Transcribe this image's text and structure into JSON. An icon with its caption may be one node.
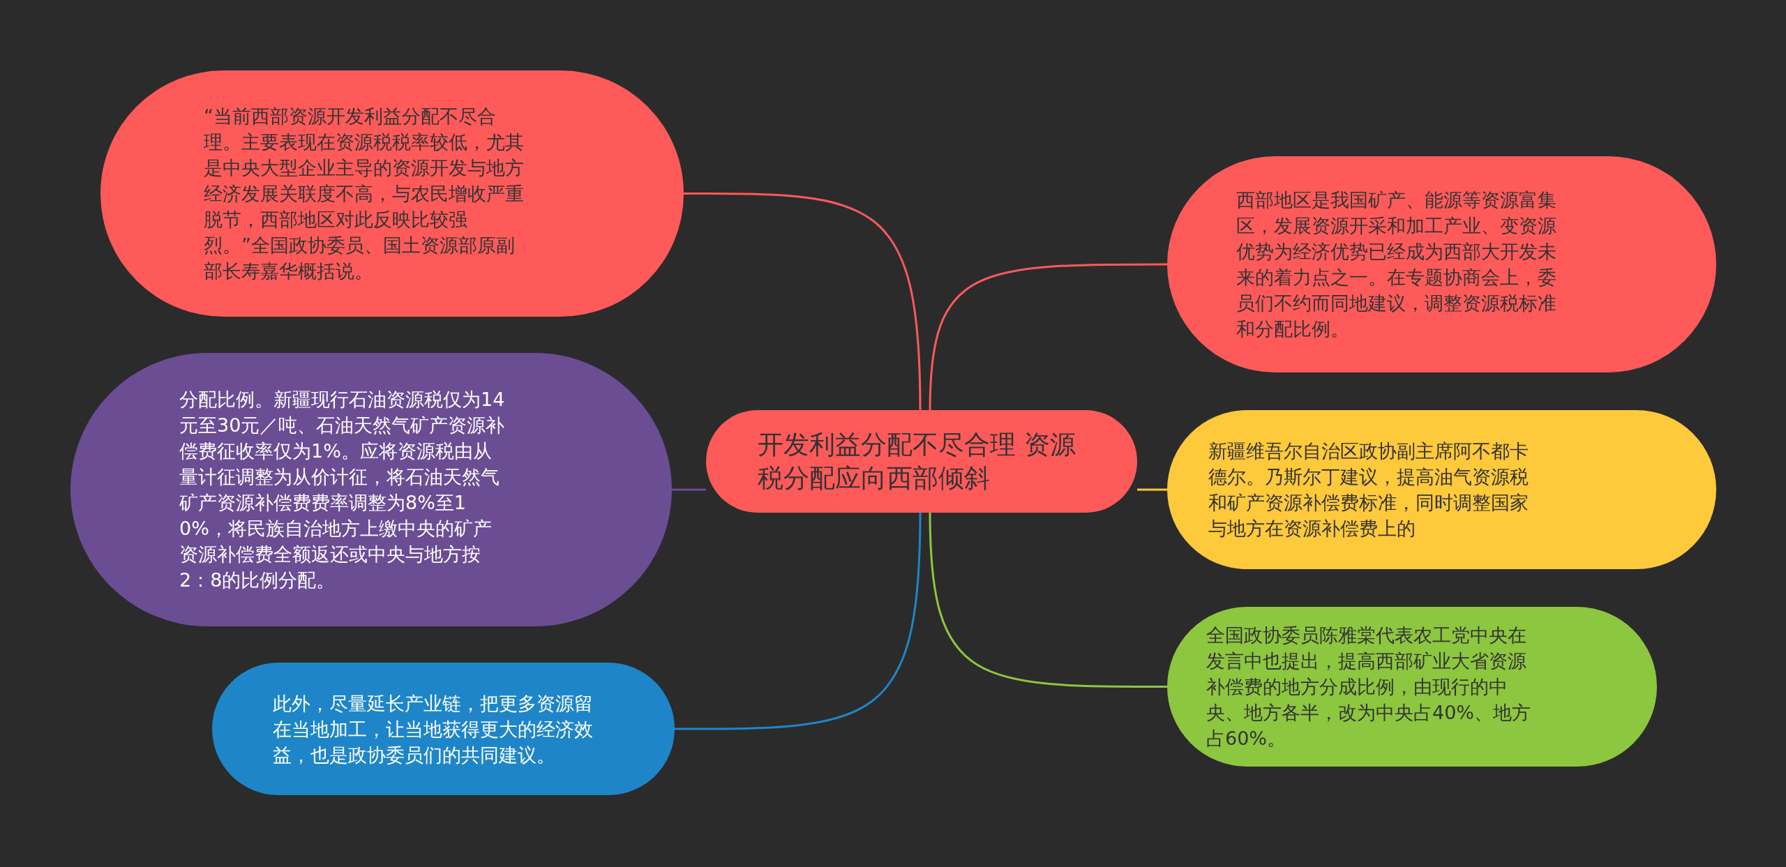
{
  "diagram": {
    "nodes": [
      {
        "text": [
          "开发利益分配不尽合理 资源税分配应向西部倾斜"
        ]
      },
      {
        "text": [
          "“当前西部资源开发利益分配不尽合理。主要表现在资源税税率较低，尤其是中央大型企业主导的资源开发与地方经济发展关联度不高，与农民增收严重脱节，西部地区对此反映比较强烈。”全国政协委员、国土资源部原副部长寿嘉华概括说。"
        ]
      },
      {
        "text": [
          "分配比例。新疆现行石油资源税仅为14元至30元／吨、石油天然气矿产资源补偿费征收率仅为1%。应将资源税由从量计征调整为从价计征，将石油天然气矿产资源补偿费费率调整为8%至10%，将民族自治地方上缴中央的矿产资源补偿费全额返还或中央与地方按2：8的比例分配。"
        ]
      },
      {
        "text": [
          "此外，尽量延长产业链，把更多资源留在当地加工，让当地获得更大的经济效益，也是政协委员们的共同建议。"
        ]
      },
      {
        "text": [
          "西部地区是我国矿产、能源等资源富集区，发展资源开采和加工产业、变资源优势为经济优势已经成为西部大开发未来的着力点之一。在专题协商会上，委员们不约而同地建议，调整资源税标准和分配比例。"
        ]
      },
      {
        "text": [
          "新疆维吾尔自治区政协副主席阿不都卡德尔。乃斯尔丁建议，提高油气资源税和矿产资源补偿费标准，同时调整国家与地方在资源补偿费上的"
        ]
      },
      {
        "text": [
          "全国政协委员陈雅棠代表农工党中央在发言中也提出，提高西部矿业大省资源补偿费的地方分成比例，由现行的中央、地方各半，改为中央占40%、地方占60%。"
        ]
      }
    ],
    "edges": [
      {
        "from": 0,
        "to": 1,
        "arrow": "none",
        "color": "#ff5a5a"
      },
      {
        "from": 0,
        "to": 2,
        "arrow": "none",
        "color": "#6b4d94"
      },
      {
        "from": 0,
        "to": 3,
        "arrow": "none",
        "color": "#1e86c8"
      },
      {
        "from": 0,
        "to": 4,
        "arrow": "none",
        "color": "#ff5a5a"
      },
      {
        "from": 0,
        "to": 5,
        "arrow": "none",
        "color": "#ffc93c"
      },
      {
        "from": 0,
        "to": 6,
        "arrow": "none",
        "color": "#8dc63f"
      }
    ]
  }
}
